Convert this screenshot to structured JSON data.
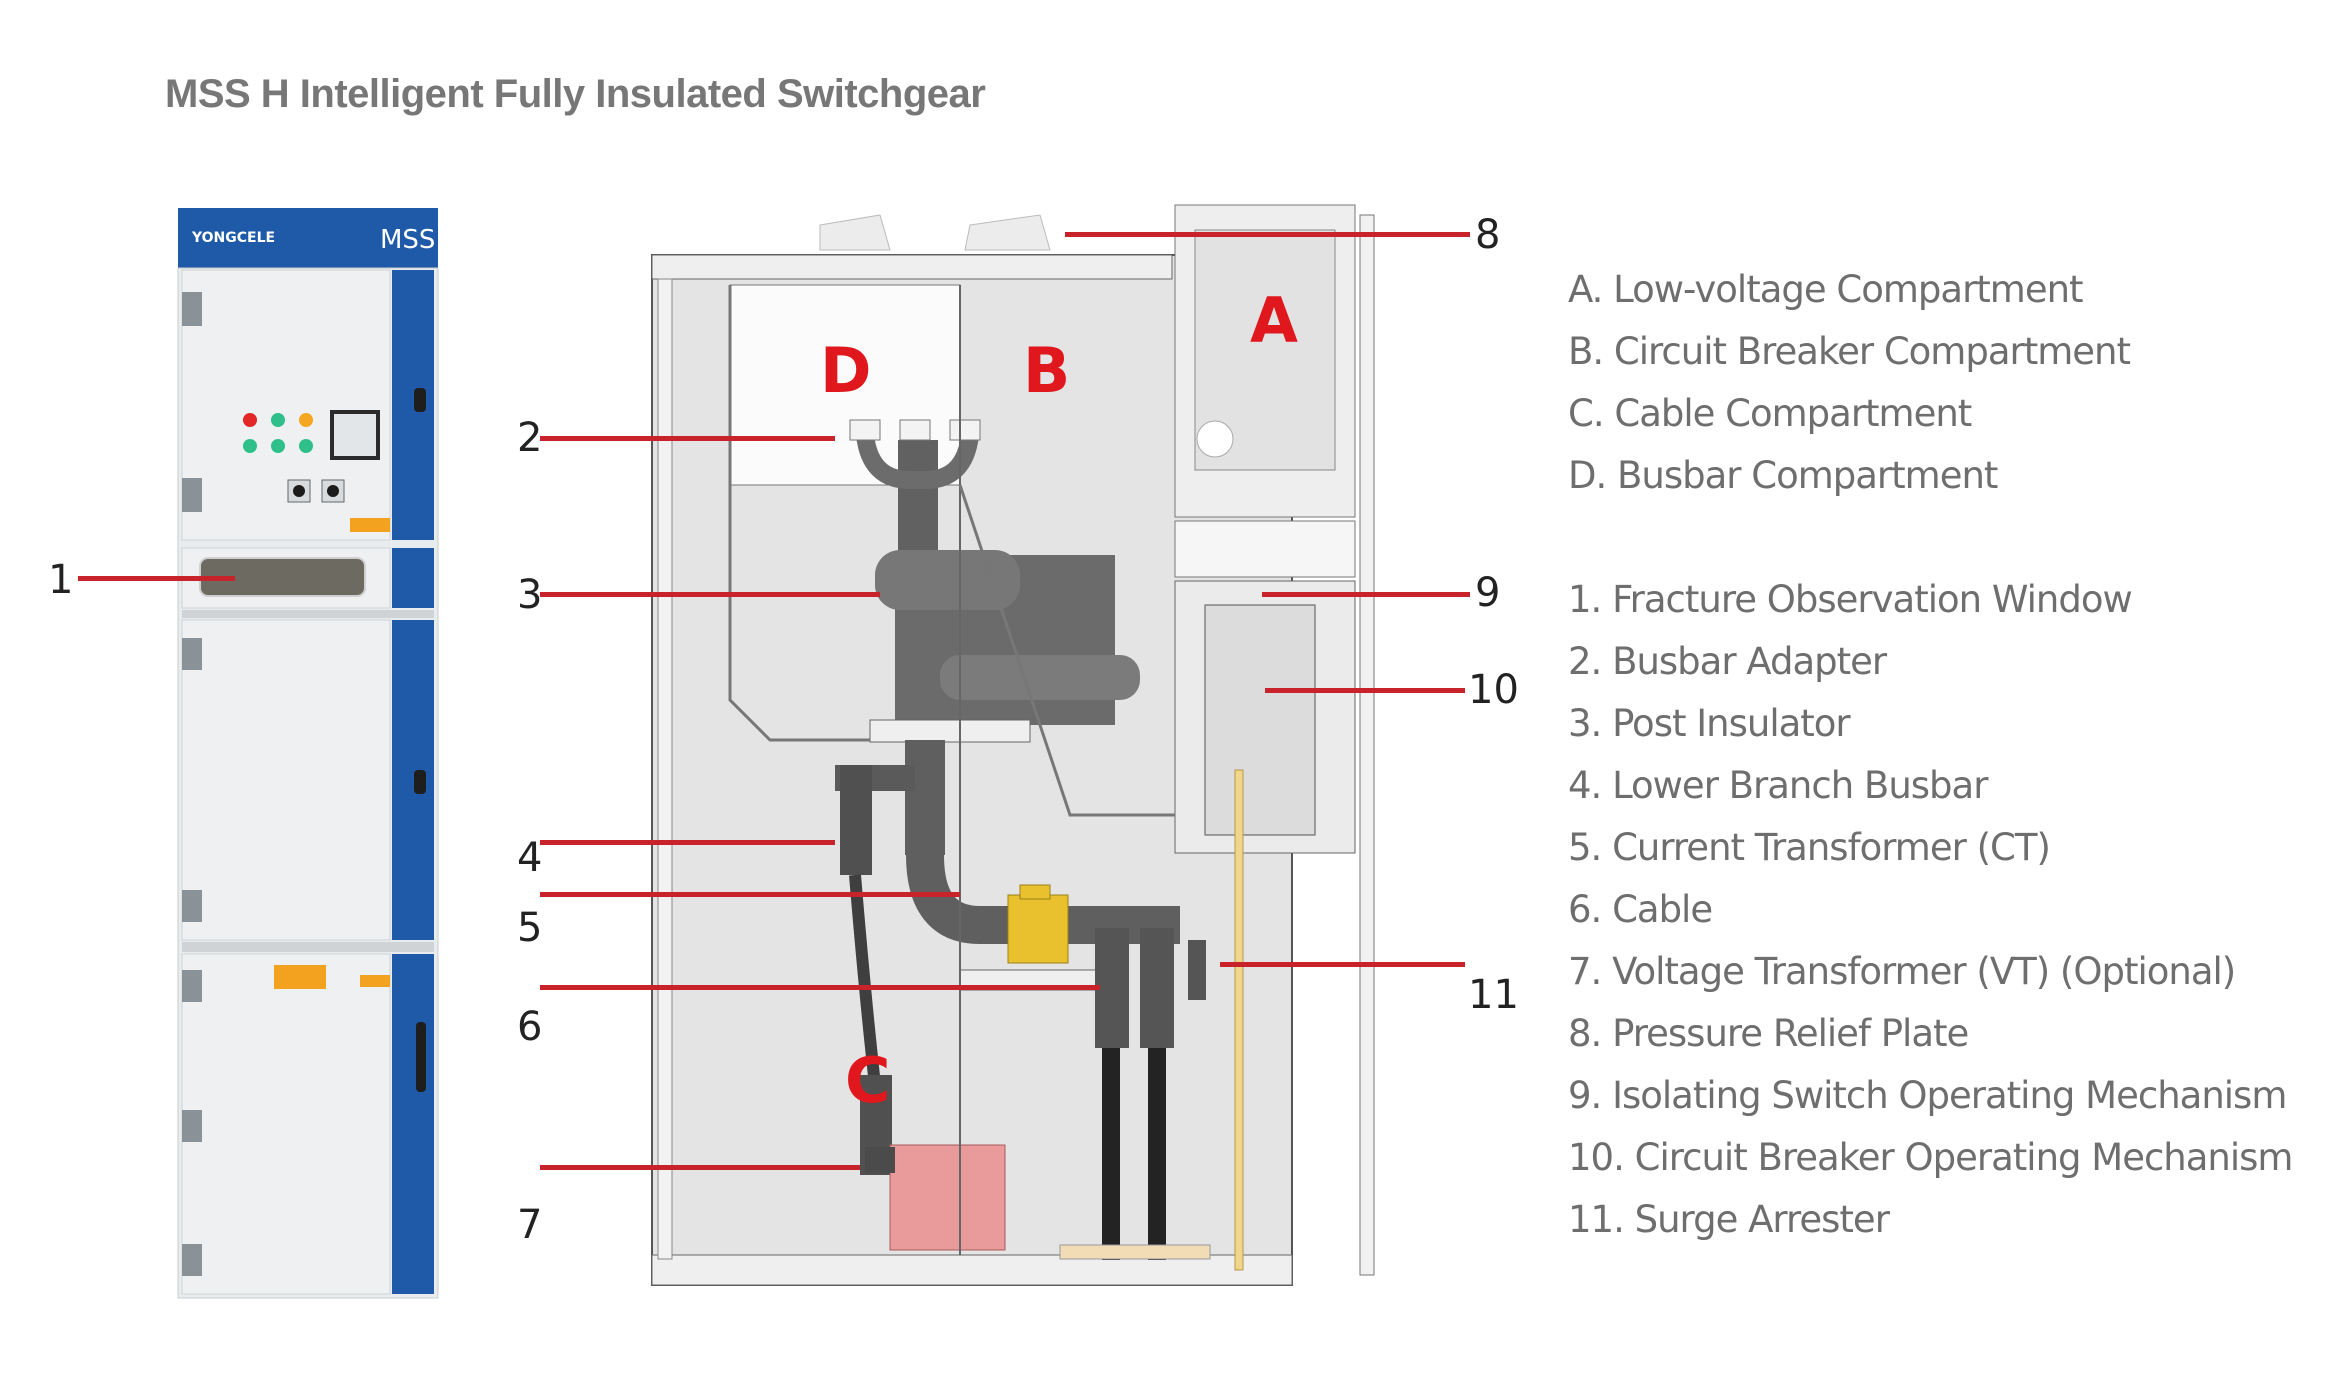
{
  "title": "MSS H  Intelligent Fully Insulated Switchgear",
  "cabinet": {
    "brand": "YONGCELE",
    "model": "MSS",
    "colors": {
      "blue": "#1f5aa8",
      "door": "#e9ecee",
      "hinge": "#8b9297"
    }
  },
  "schematic": {
    "zones": [
      {
        "id": "A",
        "label": "A"
      },
      {
        "id": "B",
        "label": "B"
      },
      {
        "id": "C",
        "label": "C"
      },
      {
        "id": "D",
        "label": "D"
      }
    ],
    "callouts": [
      {
        "num": "1"
      },
      {
        "num": "2"
      },
      {
        "num": "3"
      },
      {
        "num": "4"
      },
      {
        "num": "5"
      },
      {
        "num": "6"
      },
      {
        "num": "7"
      },
      {
        "num": "8"
      },
      {
        "num": "9"
      },
      {
        "num": "10"
      },
      {
        "num": "11"
      }
    ],
    "colors": {
      "leader": "#c8222a",
      "zone_letter": "#e0171d",
      "ct_yellow": "#e9c12e",
      "vt_pink": "#e99a9a",
      "busbar_grey": "#5f5f5f",
      "panel": "#e3e3e3"
    }
  },
  "legend": {
    "compartments": [
      "A. Low-voltage Compartment",
      "B. Circuit Breaker Compartment",
      "C. Cable Compartment",
      "D. Busbar Compartment"
    ],
    "components": [
      "1. Fracture Observation Window",
      "2. Busbar Adapter",
      "3. Post Insulator",
      "4. Lower Branch Busbar",
      "5. Current Transformer (CT)",
      "6. Cable",
      "7. Voltage Transformer (VT) (Optional)",
      "8. Pressure Relief Plate",
      "9. Isolating Switch Operating Mechanism",
      "10. Circuit Breaker Operating Mechanism",
      "11. Surge Arrester"
    ]
  }
}
